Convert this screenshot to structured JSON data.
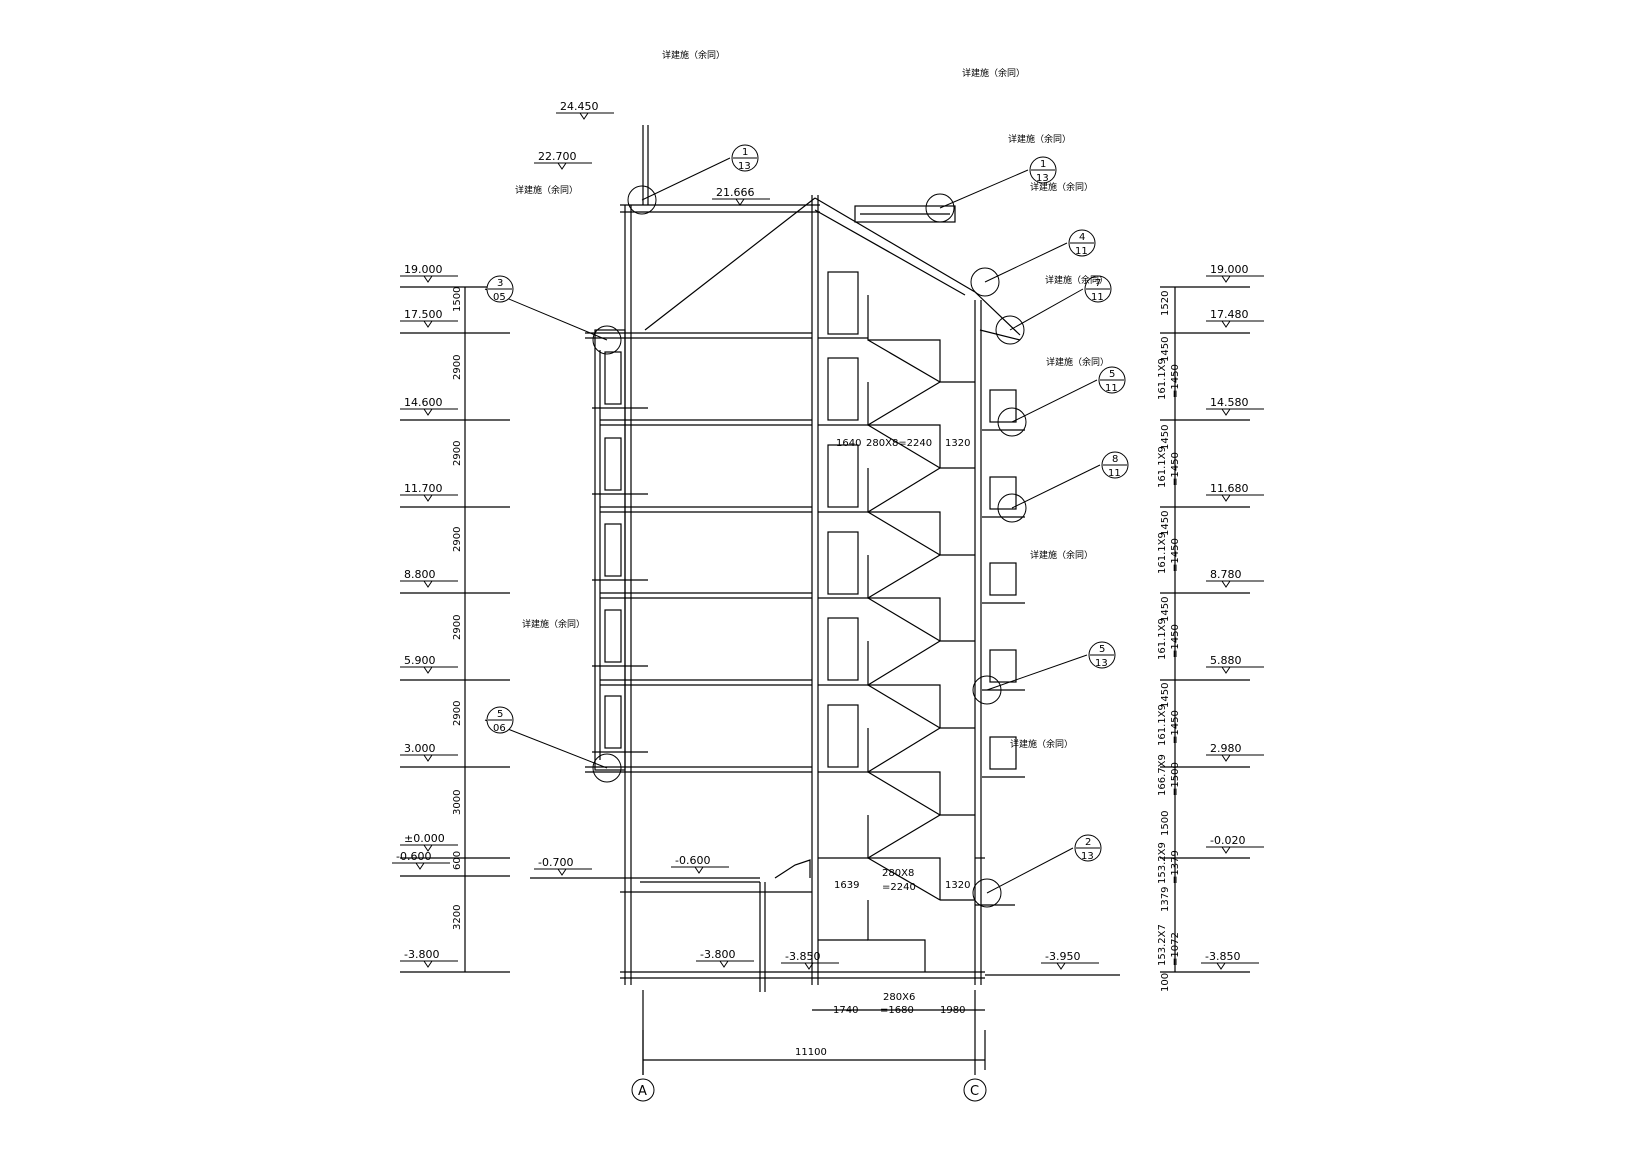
{
  "left_elevations": [
    "24.450",
    "22.700",
    "21.666",
    "19.000",
    "17.500",
    "14.600",
    "11.700",
    "8.800",
    "5.900",
    "3.000",
    "±0.000",
    "-0.600",
    "-0.700",
    "-0.600",
    "-3.800",
    "-3.800",
    "-3.850"
  ],
  "right_elevations": [
    "19.000",
    "17.480",
    "14.580",
    "11.680",
    "8.780",
    "5.880",
    "2.980",
    "-0.020",
    "-3.950",
    "-3.850"
  ],
  "left_dims": [
    "1500",
    "2900",
    "2900",
    "2900",
    "2900",
    "2900",
    "3000",
    "600",
    "3200"
  ],
  "right_dims": [
    "1520",
    "1450",
    "161.1X9",
    "=1450",
    "1450",
    "161.1X9",
    "=1450",
    "1450",
    "161.1X9",
    "=1450",
    "1450",
    "161.1X9",
    "=1450",
    "1450",
    "161.1X9",
    "=1450",
    "166.7X9",
    "=1500",
    "1500",
    "153.2X9",
    "=1379",
    "1379",
    "153.2X7",
    "=1072",
    "100"
  ],
  "stair_dims": [
    "1640",
    "280X8=2240",
    "1320",
    "1639",
    "280X8",
    "=2240",
    "1320",
    "1740",
    "280X6",
    "=1680",
    "1980"
  ],
  "overall_dim": "11100",
  "axes": [
    "A",
    "C"
  ],
  "bubbles": [
    {
      "top": "1",
      "bottom": "13"
    },
    {
      "top": "1",
      "bottom": "13"
    },
    {
      "top": "4",
      "bottom": "11"
    },
    {
      "top": "3",
      "bottom": "05"
    },
    {
      "top": "7",
      "bottom": "11"
    },
    {
      "top": "5",
      "bottom": "11"
    },
    {
      "top": "8",
      "bottom": "11"
    },
    {
      "top": "5",
      "bottom": "13"
    },
    {
      "top": "5",
      "bottom": "06"
    },
    {
      "top": "2",
      "bottom": "13"
    }
  ],
  "notes": [
    "详建施（余同）",
    "详建施（余同）",
    "详建施（余同）",
    "详建施（余同）",
    "详建施（余同）",
    "详建施（余同）",
    "详建施（余同）",
    "详建施（余同）",
    "详建施（余同）",
    "详建施（余同）"
  ]
}
